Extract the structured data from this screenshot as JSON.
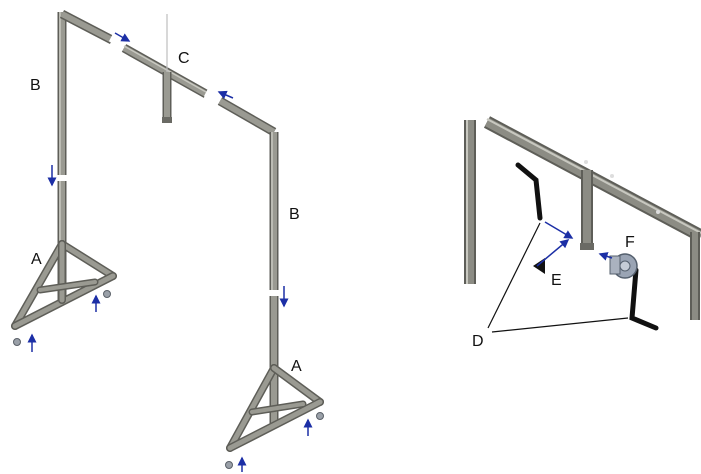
{
  "labels": {
    "A1": "A",
    "A2": "A",
    "B1": "B",
    "B2": "B",
    "C": "C",
    "D": "D",
    "E": "E",
    "F": "F"
  },
  "colors": {
    "frame": "#8c8c84",
    "frame_dark": "#5e5e58",
    "frame_light": "#c8c8c0",
    "arrow": "#1c2fa6",
    "black_part": "#111111",
    "wheel": "#9aa4b4"
  }
}
